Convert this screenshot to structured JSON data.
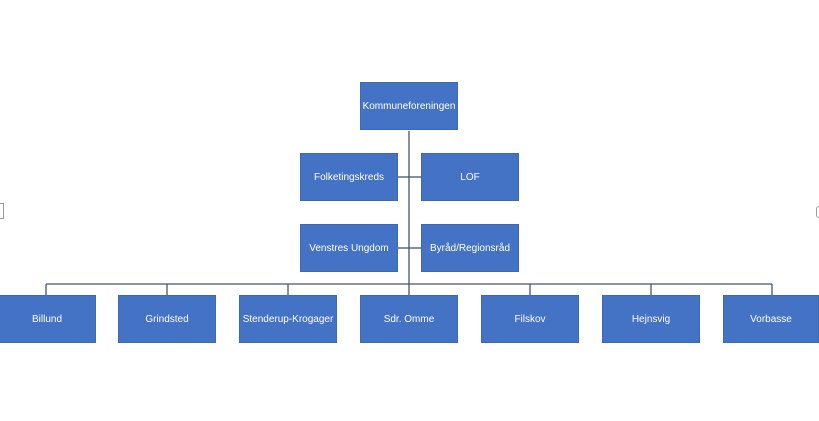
{
  "org_chart": {
    "root": {
      "label": "Kommuneforeningen"
    },
    "assistants": {
      "row1_left": {
        "label": "Folketingskreds"
      },
      "row1_right": {
        "label": "LOF"
      },
      "row2_left": {
        "label": "Venstres Ungdom"
      },
      "row2_right": {
        "label": "Byråd/Regionsråd"
      }
    },
    "children": [
      {
        "label": "Billund"
      },
      {
        "label": "Grindsted"
      },
      {
        "label": "Stenderup-Krogager"
      },
      {
        "label": "Sdr. Omme"
      },
      {
        "label": "Filskov"
      },
      {
        "label": "Hejnsvig"
      },
      {
        "label": "Vorbasse"
      }
    ]
  },
  "colors": {
    "box_fill": "#4472c4",
    "box_text": "#ffffff",
    "connector": "#44546a"
  }
}
